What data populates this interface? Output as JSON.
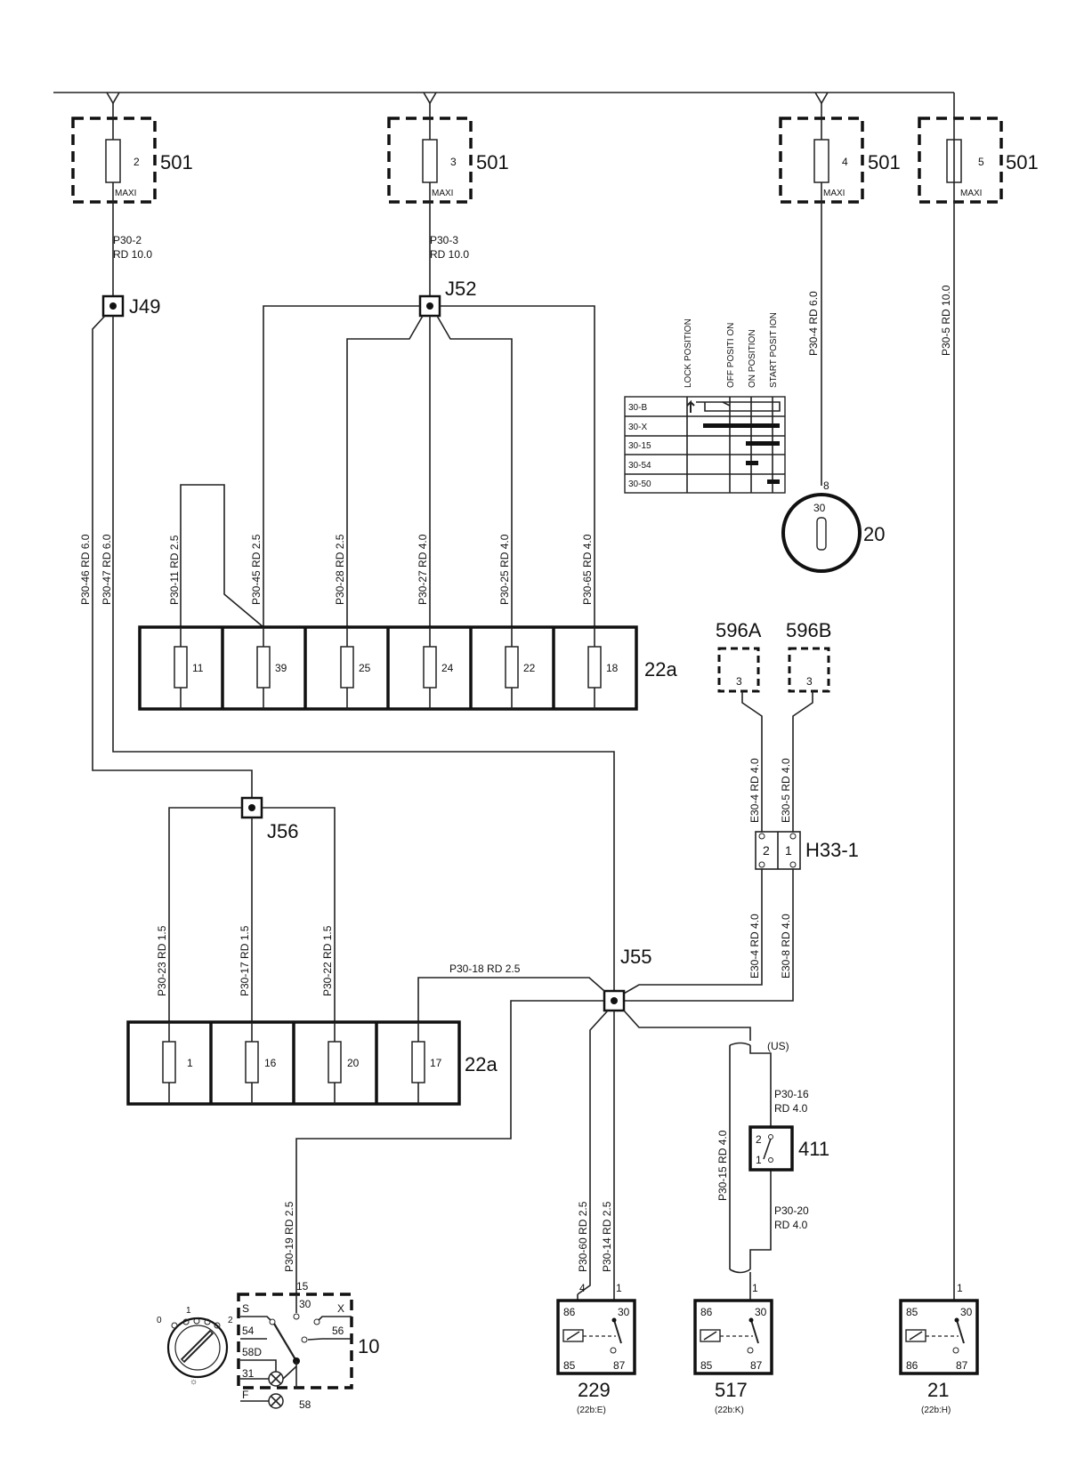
{
  "fuse_501": [
    {
      "num": "2",
      "name": "501",
      "type": "MAXI",
      "wire_id": "P30-2",
      "wire_spec": "RD 10.0"
    },
    {
      "num": "3",
      "name": "501",
      "type": "MAXI",
      "wire_id": "P30-3",
      "wire_spec": "RD 10.0"
    },
    {
      "num": "4",
      "name": "501",
      "type": "MAXI",
      "wire": "P30-4  RD  6.0"
    },
    {
      "num": "5",
      "name": "501",
      "type": "MAXI",
      "wire": "P30-5  RD  10.0"
    }
  ],
  "junctions": {
    "j49": "J49",
    "j52": "J52",
    "j56": "J56",
    "j55": "J55"
  },
  "wires": {
    "p30_46": "P30-46  RD  6.0",
    "p30_47": "P30-47  RD  6.0",
    "p30_11": "P30-11  RD  2.5",
    "p30_45": "P30-45  RD  2.5",
    "p30_28": "P30-28  RD  2.5",
    "p30_27": "P30-27  RD  4.0",
    "p30_25": "P30-25  RD  4.0",
    "p30_65": "P30-65  RD  4.0",
    "p30_23": "P30-23  RD  1.5",
    "p30_17": "P30-17  RD  1.5",
    "p30_22": "P30-22  RD  1.5",
    "p30_18": "P30-18   RD   2.5",
    "p30_19": "P30-19  RD  2.5",
    "p30_60": "P30-60  RD  2.5",
    "p30_14": "P30-14  RD  2.5",
    "p30_15": "P30-15  RD  4.0",
    "p30_16_id": "P30-16",
    "p30_16_spec": "RD 4.0",
    "p30_20_id": "P30-20",
    "p30_20_spec": "RD 4.0",
    "e30_4_top": "E30-4  RD  4.0",
    "e30_5": "E30-5  RD  4.0",
    "e30_4_bot": "E30-4  RD  4.0",
    "e30_8": "E30-8  RD  4.0",
    "us_note": "(US)"
  },
  "fuse_box_top": {
    "name": "22a",
    "fuses": [
      "11",
      "39",
      "25",
      "24",
      "22",
      "18"
    ]
  },
  "fuse_box_bottom": {
    "name": "22a",
    "fuses": [
      "1",
      "16",
      "20",
      "17"
    ]
  },
  "ignition_table": {
    "columns": [
      "LOCK POSITION",
      "OFF POSITI ON",
      "ON POSITION",
      "START POSIT ION"
    ],
    "rows": [
      "30-B",
      "30-X",
      "30-15",
      "30-54",
      "30-50"
    ]
  },
  "ignition_switch": {
    "name": "20",
    "pin_top": "8",
    "pin_inner": "30"
  },
  "connectors": {
    "a": "596A",
    "b": "596B",
    "pin_a": "3",
    "pin_b": "3"
  },
  "h33": {
    "name": "H33-1",
    "pin_left": "2",
    "pin_right": "1"
  },
  "relay_411": {
    "name": "411",
    "pin_top": "2",
    "pin_bottom": "1"
  },
  "light_switch": {
    "name": "10",
    "pins": {
      "s": "S",
      "p54": "54",
      "p58d": "58D",
      "p31": "31",
      "f": "F",
      "x": "X",
      "p56": "56",
      "p15": "15",
      "p30": "30",
      "p58": "58"
    },
    "knob_positions": {
      "p0": "0",
      "p1": "1",
      "p2": "2"
    }
  },
  "relays": [
    {
      "name": "229",
      "ref": "(22b:E)",
      "top_left": "86",
      "top_right": "30",
      "bot_left": "85",
      "bot_right": "87",
      "wire_left": "4",
      "wire_right": "1"
    },
    {
      "name": "517",
      "ref": "(22b:K)",
      "top_left": "86",
      "top_right": "30",
      "bot_left": "85",
      "bot_right": "87",
      "wire_right": "1"
    },
    {
      "name": "21",
      "ref": "(22b:H)",
      "top_left": "85",
      "top_right": "30",
      "bot_left": "86",
      "bot_right": "87",
      "wire_right": "1"
    }
  ]
}
